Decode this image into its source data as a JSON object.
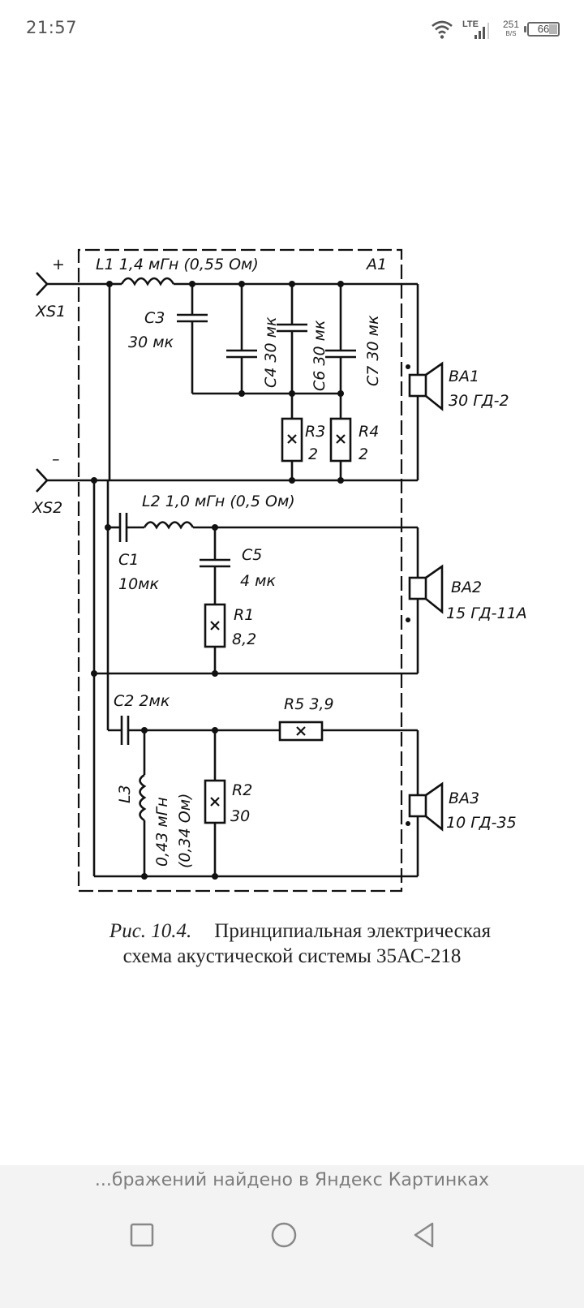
{
  "status_bar": {
    "time": "21:57",
    "wifi_icon": "wifi-icon",
    "network": "LTE",
    "net_speed_value": "251",
    "net_speed_unit": "B/S",
    "battery_percent": "66",
    "battery_level": 0.66
  },
  "figure": {
    "labels": {
      "plus": "+",
      "minus": "–",
      "xs1": "XS1",
      "xs2": "XS2",
      "a1": "A1",
      "l1": "L1  1,4 мГн (0,55 Ом)",
      "l2": "L2  1,0 мГн (0,5 Ом)",
      "l3": "L3",
      "l3_value": "0,43 мГн",
      "l3_res": "(0,34 Ом)",
      "c3": "C3",
      "c3_value": "30 мк",
      "c4": "C4 30 мк",
      "c6": "C6 30 мк",
      "c7": "C7 30 мк",
      "r3": "R3",
      "r3_value": "2",
      "r4": "R4",
      "r4_value": "2",
      "c1": "C1",
      "c1_value": "10мк",
      "c5": "C5",
      "c5_value": "4 мк",
      "r1": "R1",
      "r1_value": "8,2",
      "c2": "C2  2мк",
      "r5": "R5  3,9",
      "r2": "R2",
      "r2_value": "30",
      "ba1": "BA1",
      "ba1_model": "30 ГД-2",
      "ba2": "BA2",
      "ba2_model": "15 ГД-11А",
      "ba3": "BA3",
      "ba3_model": "10 ГД-35"
    },
    "caption_number": "Рис. 10.4.",
    "caption_line1": "Принципиальная электрическая",
    "caption_line2": "схема акустической системы 35АС-218"
  },
  "source_banner": "...бражений найдено в Яндекс Картинках",
  "nav_bar": {
    "recents": "recents-button",
    "home": "home-button",
    "back": "back-button"
  }
}
